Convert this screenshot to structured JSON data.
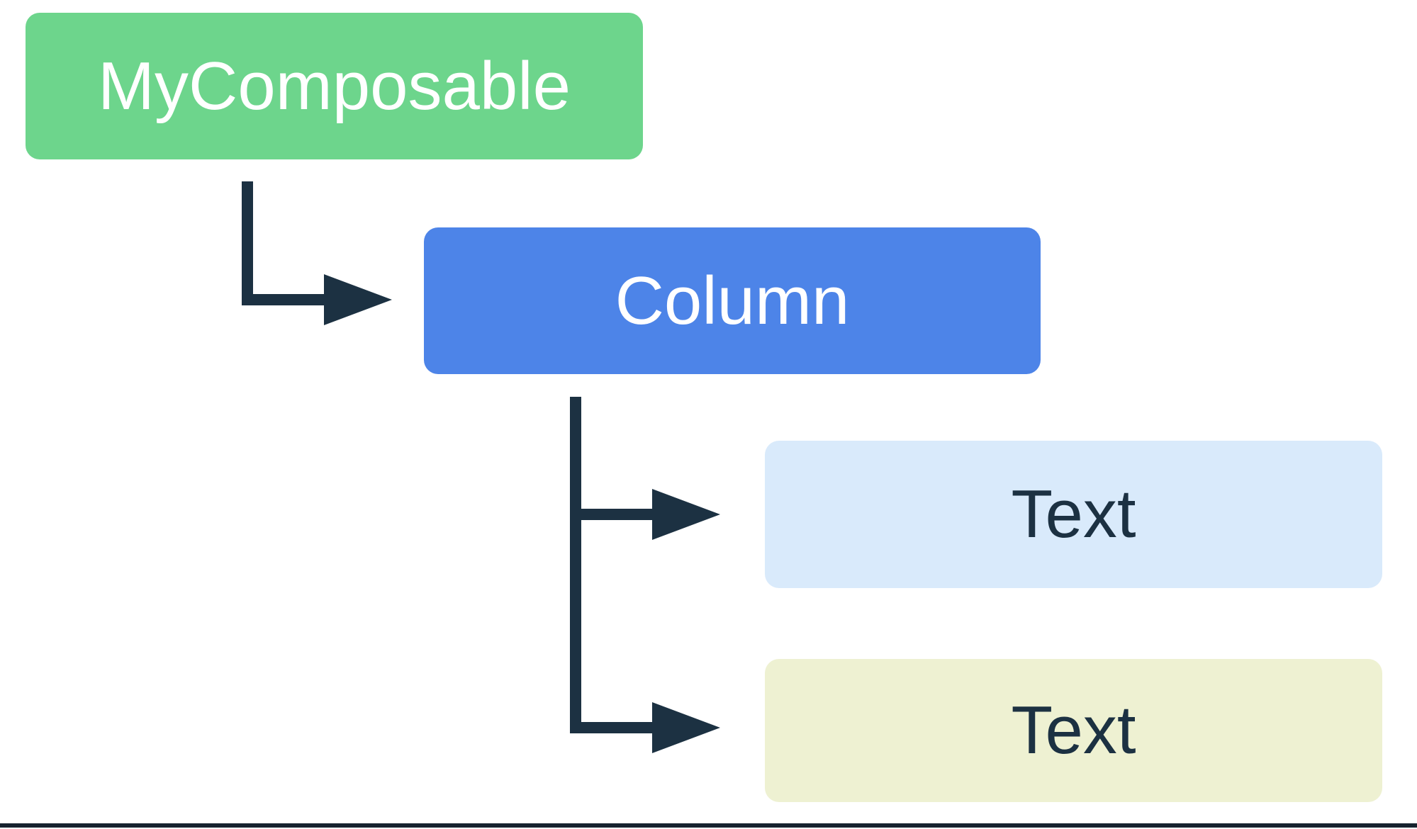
{
  "page": {
    "background": "#FFFFFF",
    "bottom_rule_color": "#16222E"
  },
  "diagram": {
    "type": "tree",
    "arrow_color": "#1C3142",
    "nodes": [
      {
        "id": "mycomposable",
        "label": "MyComposable",
        "fill": "#6DD58C",
        "text_color": "#FFFFFF"
      },
      {
        "id": "column",
        "label": "Column",
        "fill": "#4D84E8",
        "text_color": "#FFFFFF"
      },
      {
        "id": "text-first",
        "label": "Text",
        "fill": "#D9EAFB",
        "text_color": "#1C3142"
      },
      {
        "id": "text-second",
        "label": "Text",
        "fill": "#EEF1D2",
        "text_color": "#1C3142"
      }
    ],
    "edges": [
      {
        "from": "mycomposable",
        "to": "column"
      },
      {
        "from": "column",
        "to": "text-first"
      },
      {
        "from": "column",
        "to": "text-second"
      }
    ]
  }
}
